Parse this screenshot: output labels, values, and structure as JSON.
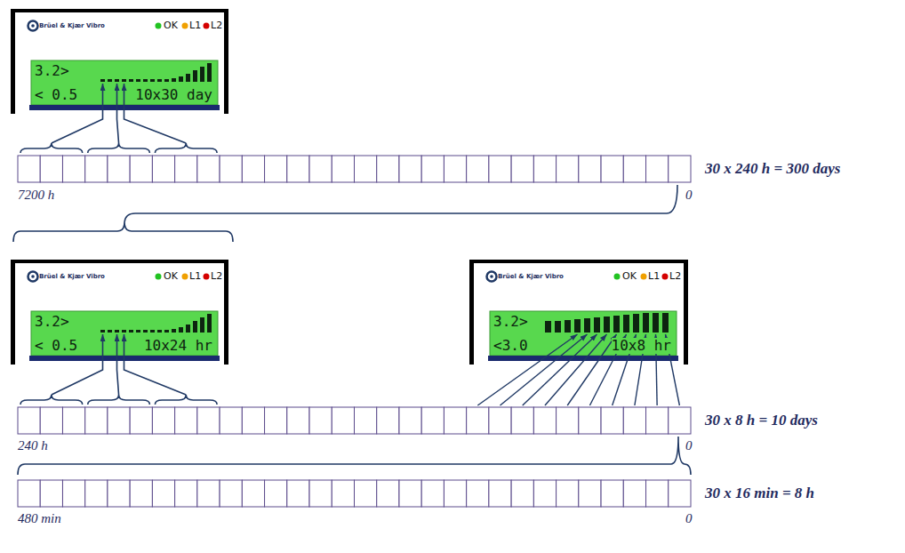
{
  "diagram": {
    "nodes": [
      {
        "text": [
          "Brüel & Kjær Vibro",
          "OK",
          "L1",
          "L2"
        ]
      },
      {
        "text": [
          "3.2>",
          "< 0.5",
          "10x30 day"
        ],
        "in": 0
      },
      {
        "text": [
          "Brüel & Kjær Vibro",
          "OK",
          "L1",
          "L2"
        ]
      },
      {
        "text": [
          "3.2>",
          "< 0.5",
          "10x24 hr"
        ],
        "in": 2
      },
      {
        "text": [
          "Brüel & Kjær Vibro",
          "OK",
          "L1",
          "L2"
        ]
      },
      {
        "text": [
          "3.2>",
          "<3.0",
          "10x8 hr"
        ],
        "in": 4
      }
    ],
    "labels": [
      "7200 h",
      "0",
      "30 x 240 h = 300 days",
      "240 h",
      "0",
      "30 x 8 h = 10 days",
      "480 min",
      "0",
      "30 x 16 min = 8 h"
    ]
  }
}
